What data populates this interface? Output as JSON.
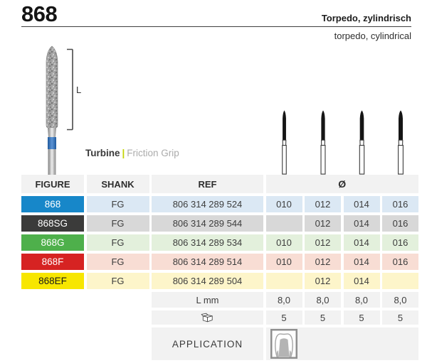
{
  "page": {
    "figure_number": "868",
    "title_de": "Torpedo, zylindrisch",
    "title_en": "torpedo, cylindrical"
  },
  "graphic": {
    "length_label": "L",
    "drive_label": "Turbine",
    "drive_separator": "|",
    "grip_label": "Friction Grip",
    "band_color": "#2a6db5",
    "size_icons": [
      "bur-size-010",
      "bur-size-012",
      "bur-size-014",
      "bur-size-016"
    ]
  },
  "table": {
    "headers": {
      "figure": "FIGURE",
      "shank": "SHANK",
      "ref": "REF",
      "diameter": "Ø"
    },
    "header_bg": "#f2f2f2",
    "rows": [
      {
        "figure": "868",
        "label_bg": "#1787c9",
        "label_fg": "#ffffff",
        "row_bg": "#dbe8f4",
        "shank": "FG",
        "ref": "806 314 289 524",
        "diameters": [
          "010",
          "012",
          "014",
          "016"
        ]
      },
      {
        "figure": "868SG",
        "label_bg": "#3b3b3a",
        "label_fg": "#ffffff",
        "row_bg": "#d8d8d8",
        "shank": "FG",
        "ref": "806 314 289 544",
        "diameters": [
          "",
          "012",
          "014",
          "016"
        ]
      },
      {
        "figure": "868G",
        "label_bg": "#4eb04b",
        "label_fg": "#ffffff",
        "row_bg": "#e3f0dc",
        "shank": "FG",
        "ref": "806 314 289 534",
        "diameters": [
          "010",
          "012",
          "014",
          "016"
        ]
      },
      {
        "figure": "868F",
        "label_bg": "#d62322",
        "label_fg": "#ffffff",
        "row_bg": "#f8ddd4",
        "shank": "FG",
        "ref": "806 314 289 514",
        "diameters": [
          "010",
          "012",
          "014",
          "016"
        ]
      },
      {
        "figure": "868EF",
        "label_bg": "#f7e600",
        "label_fg": "#1a1a1a",
        "row_bg": "#fdf5ca",
        "shank": "FG",
        "ref": "806 314 289 504",
        "diameters": [
          "",
          "012",
          "014",
          ""
        ]
      }
    ],
    "footer": {
      "length_label": "L mm",
      "lengths": [
        "8,0",
        "8,0",
        "8,0",
        "8,0"
      ],
      "pack_icon": "package-icon",
      "pack_values": [
        "5",
        "5",
        "5",
        "5"
      ],
      "application_label": "APPLICATION",
      "application_icon": "tooth-crown-prep-icon"
    }
  }
}
